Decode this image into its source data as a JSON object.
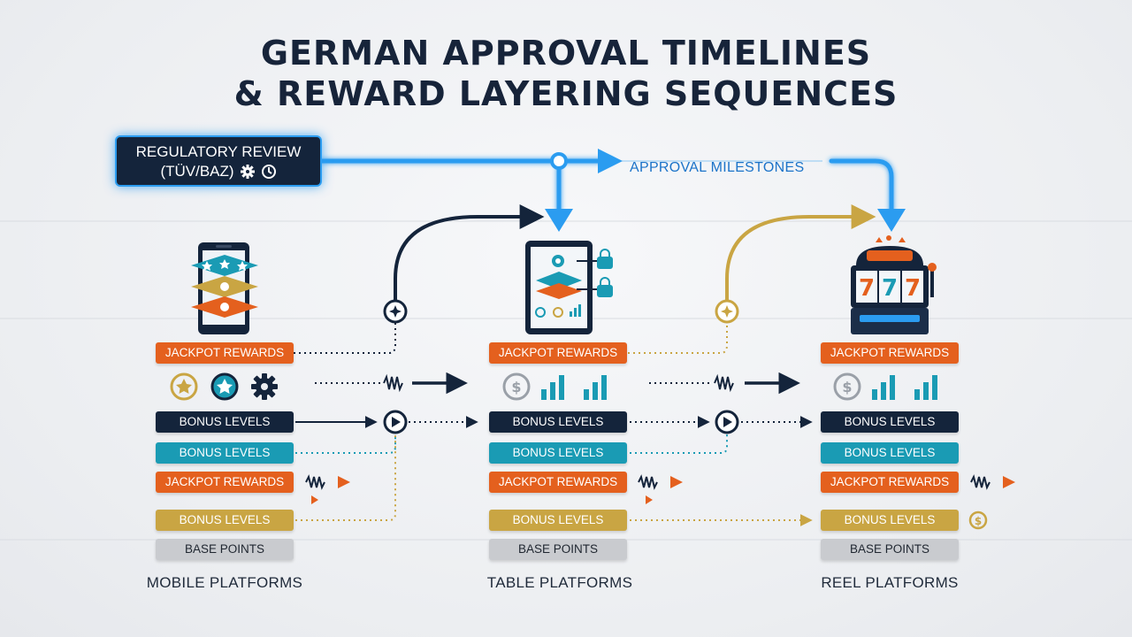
{
  "title": {
    "line1": "GERMAN APPROVAL TIMELINES",
    "line2": "& REWARD LAYERING SEQUENCES"
  },
  "review": {
    "line1": "REGULATORY REVIEW",
    "line2": "(TÜV/BAZ)",
    "icons": [
      "gear-icon",
      "clock-icon"
    ]
  },
  "milestones_label": "APPROVAL MILESTONES",
  "colors": {
    "navy": "#14243b",
    "blue_glow": "#2b9cf0",
    "orange": "#e4601e",
    "teal": "#1a9bb4",
    "gold": "#c9a543",
    "gray": "#c9cbcf"
  },
  "platforms": [
    {
      "name": "MOBILE PLATFORMS",
      "device": "smartphone-icon",
      "layers": [
        "JACKPOT REWARDS",
        "BONUS LEVELS",
        "BONUS LEVELS",
        "JACKPOT REWARDS",
        "BONUS LEVELS",
        "BASE POINTS"
      ],
      "icon_row": [
        "star-badge-icon",
        "star-badge-icon",
        "gear-icon"
      ]
    },
    {
      "name": "TABLE PLATFORMS",
      "device": "tablet-icon",
      "layers": [
        "JACKPOT REWARDS",
        "BONUS LEVELS",
        "BONUS LEVELS",
        "JACKPOT REWARDS",
        "BONUS LEVELS",
        "BASE POINTS"
      ],
      "icon_row": [
        "coin-icon",
        "bar-chart-icon",
        "bar-chart-icon"
      ]
    },
    {
      "name": "REEL PLATFORMS",
      "device": "slot-machine-icon",
      "layers": [
        "JACKPOT REWARDS",
        "BONUS LEVELS",
        "BONUS LEVELS",
        "JACKPOT REWARDS",
        "BONUS LEVELS",
        "BASE POINTS"
      ],
      "icon_row": [
        "coin-icon",
        "bar-chart-icon",
        "bar-chart-icon"
      ],
      "reel_symbols": [
        "7",
        "7",
        "7"
      ]
    }
  ]
}
